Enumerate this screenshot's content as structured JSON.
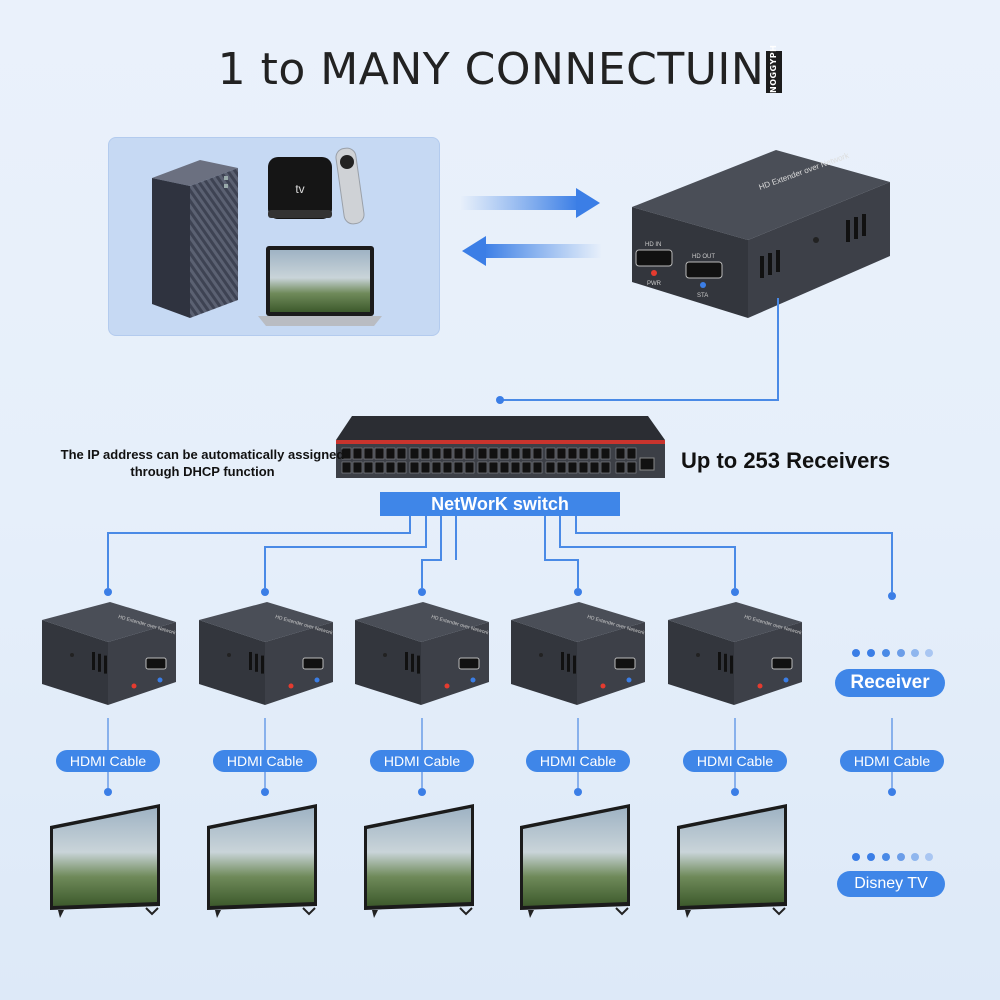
{
  "title": "1 to MANY CONNECTUIN",
  "logo_text": "NOGGYPH",
  "apple_tv_label": "tv",
  "extender_labels": {
    "case_text": "HD Extender over Network",
    "hd_in": "HD IN",
    "hd_out": "HD OUT",
    "pwr": "PWR",
    "sta": "STA"
  },
  "receiver_case_text": "HD Extender over Network",
  "dhcp_note": "The IP address can be automatically assigned through DHCP function",
  "receivers_count_text": "Up to 253 Receivers",
  "switch_label": "NetWorK switch",
  "receiver_label": "Receiver",
  "cable_labels": [
    "HDMI Cable",
    "HDMI Cable",
    "HDMI Cable",
    "HDMI Cable",
    "HDMI Cable",
    "HDMI Cable"
  ],
  "tv_label": "Disney TV",
  "colors": {
    "accent": "#3f86e8",
    "line": "#4a8ae6",
    "device": "#3b3e45",
    "panel": "#c6d9f3"
  }
}
